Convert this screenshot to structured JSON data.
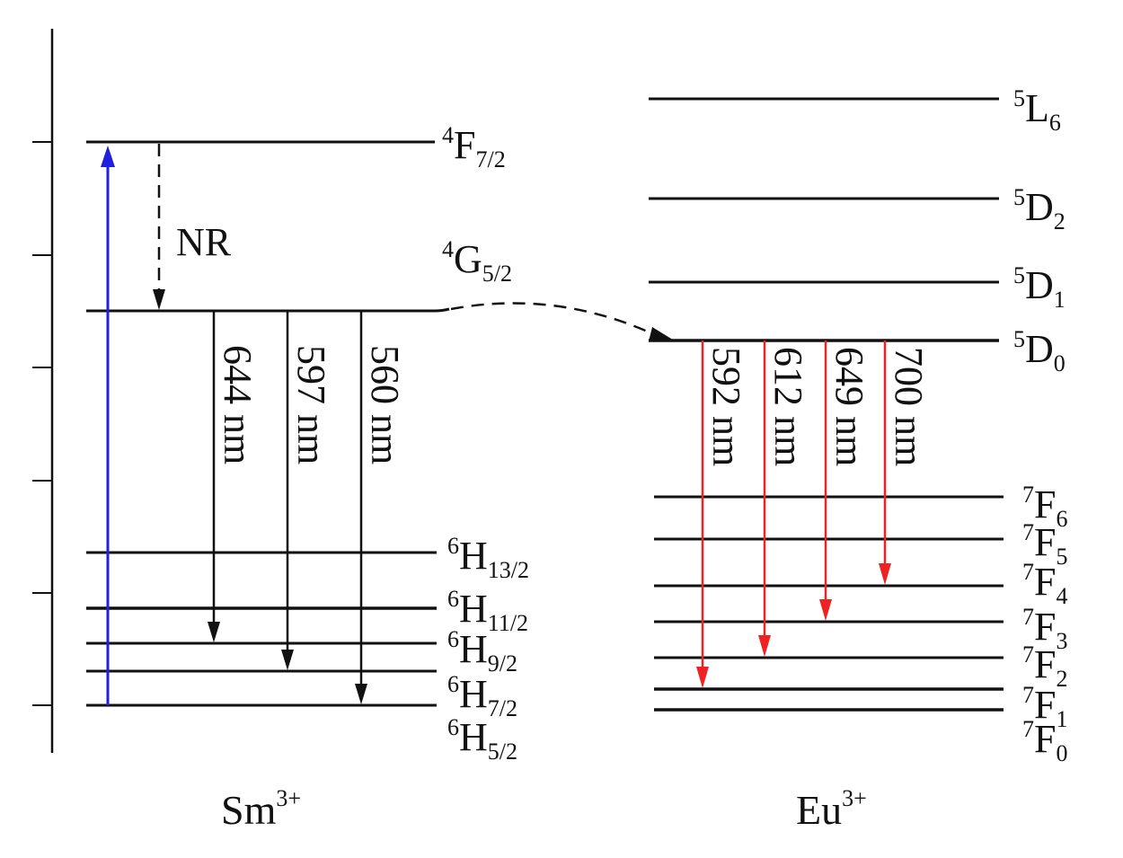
{
  "sm": {
    "ion_label": {
      "base": "Sm",
      "sup": "3+"
    },
    "levels": [
      {
        "sup": "4",
        "base": "F",
        "sub": "7/2"
      },
      {
        "sup": "4",
        "base": "G",
        "sub": "5/2"
      },
      {
        "sup": "6",
        "base": "H",
        "sub": "13/2"
      },
      {
        "sup": "6",
        "base": "H",
        "sub": "11/2"
      },
      {
        "sup": "6",
        "base": "H",
        "sub": "9/2"
      },
      {
        "sup": "6",
        "base": "H",
        "sub": "7/2"
      },
      {
        "sup": "6",
        "base": "H",
        "sub": "5/2"
      }
    ],
    "nr_label": "NR",
    "emissions": [
      "644 nm",
      "597 nm",
      "560 nm"
    ]
  },
  "eu": {
    "ion_label": {
      "base": "Eu",
      "sup": "3+"
    },
    "levels": [
      {
        "sup": "5",
        "base": "L",
        "sub": "6"
      },
      {
        "sup": "5",
        "base": "D",
        "sub": "2"
      },
      {
        "sup": "5",
        "base": "D",
        "sub": "1"
      },
      {
        "sup": "5",
        "base": "D",
        "sub": "0"
      },
      {
        "sup": "7",
        "base": "F",
        "sub": "6"
      },
      {
        "sup": "7",
        "base": "F",
        "sub": "5"
      },
      {
        "sup": "7",
        "base": "F",
        "sub": "4"
      },
      {
        "sup": "7",
        "base": "F",
        "sub": "3"
      },
      {
        "sup": "7",
        "base": "F",
        "sub": "2"
      },
      {
        "sup": "7",
        "base": "F",
        "sub": "1"
      },
      {
        "sup": "7",
        "base": "F",
        "sub": "0"
      }
    ],
    "emissions": [
      "592 nm",
      "612 nm",
      "649 nm",
      "700 nm"
    ]
  },
  "colors": {
    "excitation": "#1f1fe0",
    "eu_emission": "#ee2222",
    "sm_emission": "#111111",
    "level_line": "#111111"
  }
}
